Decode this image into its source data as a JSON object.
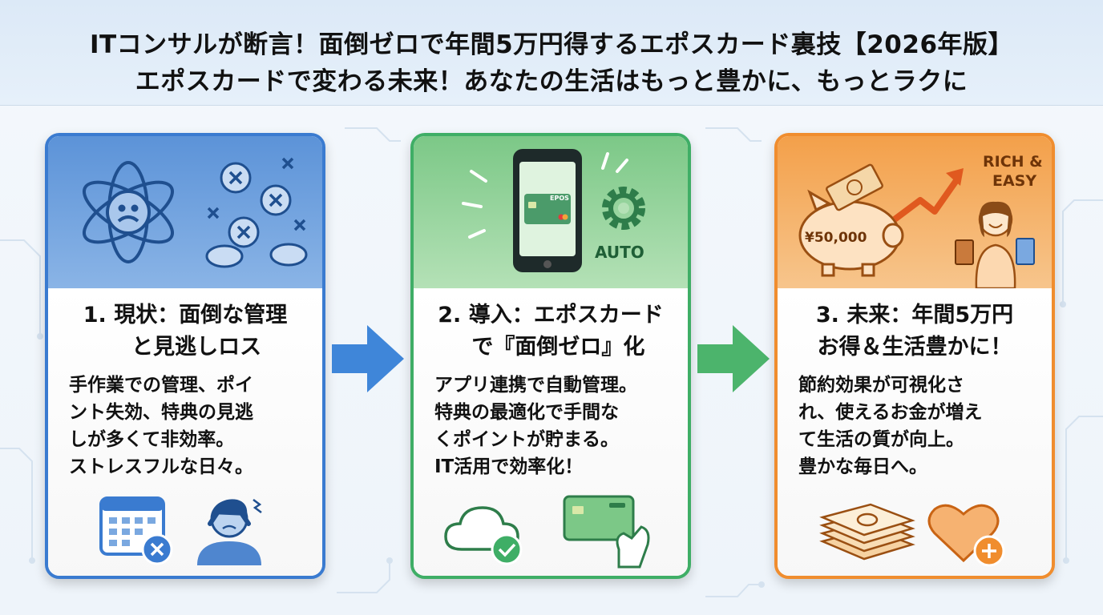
{
  "header": {
    "line1": "ITコンサルが断言！面倒ゼロで年間5万円得するエポスカード裏技【2026年版】",
    "line2": "エポスカードで変わる未来！あなたの生活はもっと豊かに、もっとラクに"
  },
  "panels": [
    {
      "title": "1. 現状：面倒な管理\n   と見逃しロス",
      "body": "手作業での管理、ポイ\nント失効、特典の見逃\nしが多くて非効率。\nストレスフルな日々。",
      "accent": "#3a7bd0",
      "icons": [
        "stressed-face-orbit-icon",
        "crossed-coins-icon",
        "calendar-cancel-icon",
        "headache-person-icon"
      ]
    },
    {
      "title": "2. 導入：エポスカード\n  で『面倒ゼロ』化",
      "body": "アプリ連携で自動管理。\n特典の最適化で手間な\nくポイントが貯まる。\nIT活用で効率化！",
      "accent": "#3fae66",
      "phone_card_label": "EPOS",
      "auto_label": "AUTO",
      "icons": [
        "smartphone-card-icon",
        "gear-icon",
        "cloud-check-icon",
        "card-in-hand-icon"
      ]
    },
    {
      "title": "3. 未来：年間5万円\nお得＆生活豊かに！",
      "body": "節約効果が可視化さ\nれ、使えるお金が増え\nて生活の質が向上。\n豊かな毎日へ。",
      "accent": "#f08d2e",
      "piggy_label": "¥50,000",
      "rich_label": "RICH &\nEASY",
      "icons": [
        "piggy-bank-icon",
        "rising-arrow-icon",
        "happy-shopper-icon",
        "money-stack-icon",
        "heart-plus-icon"
      ]
    }
  ],
  "colors": {
    "blue": "#3a7bd0",
    "green": "#3fae66",
    "orange": "#f08d2e",
    "arrow_blue": "#3f86d9",
    "arrow_green": "#4cb46c"
  }
}
